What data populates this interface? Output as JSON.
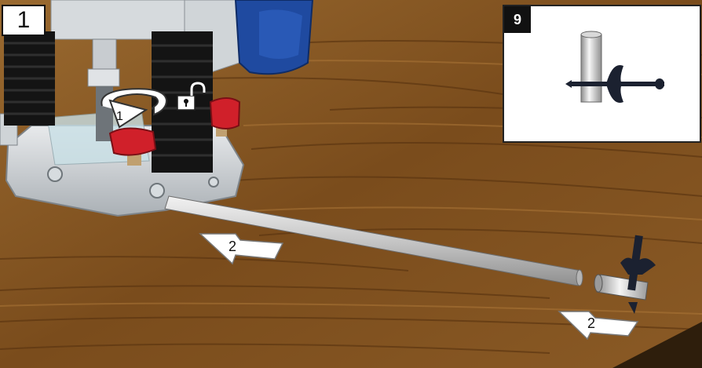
{
  "figure": {
    "step_number": "1",
    "callouts": {
      "rotate_label": "1",
      "push_label_upper": "2",
      "push_label_lower": "2"
    },
    "inset": {
      "figure_number": "9"
    },
    "icons": [
      "unlock-icon",
      "rotate-arrow-icon",
      "push-arrow-icon"
    ],
    "colors": {
      "wood": "#8a5a25",
      "knob_red": "#d0202a",
      "router_blue": "#1f4aa0",
      "badge_black": "#111111"
    }
  }
}
